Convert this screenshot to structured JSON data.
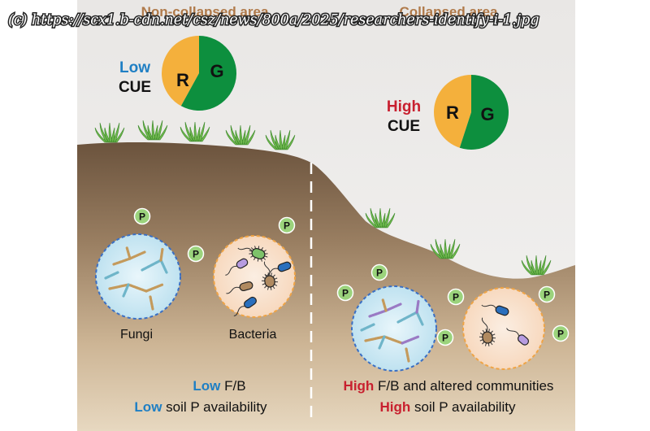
{
  "watermark": "(c) https://scx1.b-cdn.net/csz/news/800a/2025/researchers-identify-i-1.jpg",
  "left_area": {
    "title": "Non-collapsed area",
    "cue_level": "Low",
    "cue_label": "CUE",
    "pie": {
      "R_label": "R",
      "G_label": "G",
      "R_fraction": 0.42,
      "G_fraction": 0.58
    },
    "circle_labels": {
      "fungi": "Fungi",
      "bacteria": "Bacteria"
    },
    "summary": {
      "line1_level": "Low",
      "line1_text": " F/B",
      "line2_level": "Low",
      "line2_text": " soil P availability"
    }
  },
  "right_area": {
    "title": "Collapsed area",
    "cue_level": "High",
    "cue_label": "CUE",
    "pie": {
      "R_label": "R",
      "G_label": "G",
      "R_fraction": 0.45,
      "G_fraction": 0.55
    },
    "summary": {
      "line1_level": "High",
      "line1_text": " F/B and altered communities",
      "line2_level": "High",
      "line2_text": " soil P availability"
    }
  },
  "phosphorus_label": "P",
  "colors": {
    "low": "#1f7fc4",
    "high": "#c8202f",
    "respiration_R": "#f4b03c",
    "growth_G": "#0d8f3e",
    "soil_dark": "#6b533d",
    "soil_light": "#d8c3a3",
    "p_badge": "#9bd37c"
  }
}
